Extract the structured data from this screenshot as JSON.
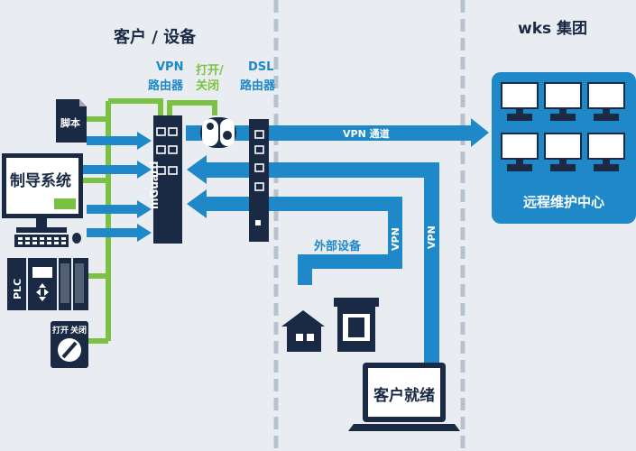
{
  "zones": {
    "customer_title": "客户 / 设备",
    "wks_title": "wks 集团"
  },
  "devices": {
    "vpn_router_line1": "VPN",
    "vpn_router_line2": "路由器",
    "switch_line1": "打开/",
    "switch_line2": "关闭",
    "dsl_line1": "DSL",
    "dsl_line2": "路由器",
    "mguard": "mGuard",
    "script": "脚本",
    "control_system": "制导系统",
    "plc": "PLC",
    "key_on": "打开",
    "key_off": "关闭"
  },
  "links": {
    "vpn_tunnel": "VPN 通道",
    "vpn_a": "VPN",
    "vpn_b": "VPN",
    "external_devices": "外部设备"
  },
  "remote_center": {
    "label": "远程维护中心",
    "monitor_count": 6
  },
  "laptop": {
    "label": "客户就绪"
  },
  "colors": {
    "blue": "#1e88c8",
    "green": "#7cc242",
    "dark": "#1a2a44",
    "background": "#e9edf2"
  }
}
